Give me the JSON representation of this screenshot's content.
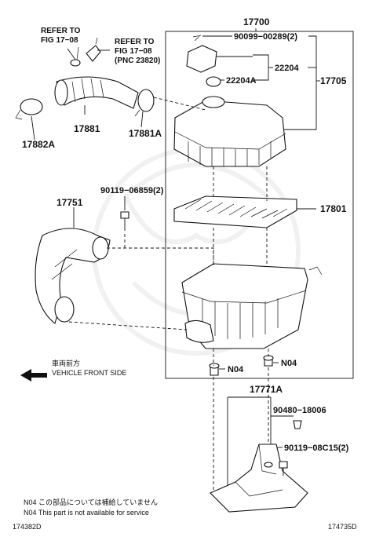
{
  "diagram": {
    "parts": {
      "p17700": "17700",
      "p90099": "90099−00289(2)",
      "p22204": "22204",
      "p22204A": "22204A",
      "p17705": "17705",
      "p17881": "17881",
      "p17881A": "17881A",
      "p17882A": "17882A",
      "p90119a": "90119−06859(2)",
      "p17751": "17751",
      "p17801": "17801",
      "n04a": "N04",
      "n04b": "N04",
      "p17771A": "17771A",
      "p90480": "90480−18006",
      "p90119b": "90119−08C15(2)"
    },
    "refs": {
      "ref1_line1": "REFER TO",
      "ref1_line2": "FIG 17−08",
      "ref2_line1": "REFER TO",
      "ref2_line2": "FIG 17−08",
      "ref2_line3": "(PNC 23820)"
    },
    "front": {
      "jp": "車両前方",
      "en": "VEHICLE FRONT SIDE"
    },
    "notes": {
      "note1": "N04  この部品については補給していません",
      "note2": "N04  This part is not available for service"
    },
    "codes": {
      "left": "174382D",
      "right": "174735D"
    }
  }
}
